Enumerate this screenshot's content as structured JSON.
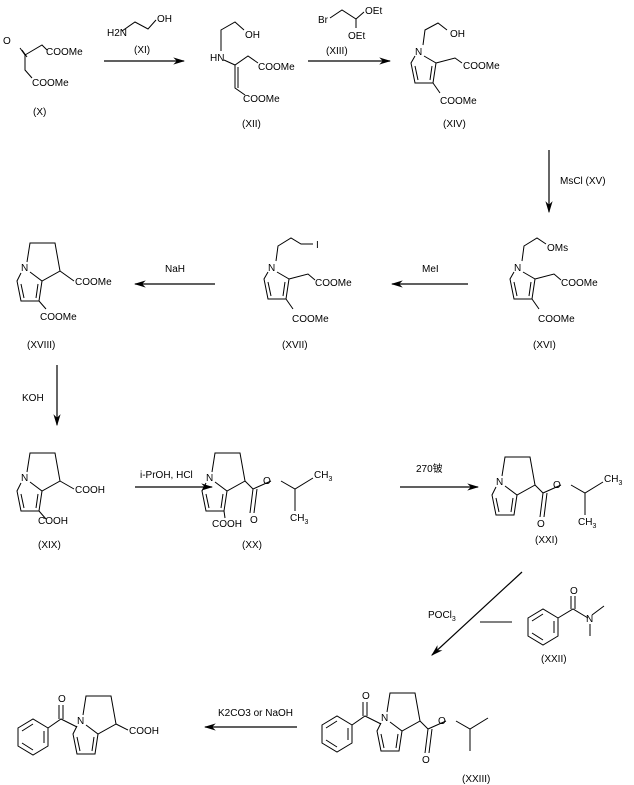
{
  "compounds": {
    "X": {
      "label": "(X)",
      "g1": "COOMe",
      "g2": "COOMe",
      "o": "O"
    },
    "XI": {
      "label": "(XI)",
      "h2n": "H2N",
      "oh": "OH"
    },
    "XII": {
      "label": "(XII)",
      "hn": "HN",
      "oh": "OH",
      "g1": "COOMe",
      "g2": "COOMe"
    },
    "XIII": {
      "label": "(XIII)",
      "br": "Br",
      "oet1": "OEt",
      "oet2": "OEt"
    },
    "XIV": {
      "label": "(XIV)",
      "oh": "OH",
      "g1": "COOMe",
      "g2": "COOMe"
    },
    "XVI": {
      "label": "(XVI)",
      "oms": "OMs",
      "g1": "COOMe",
      "g2": "COOMe"
    },
    "XVII": {
      "label": "(XVII)",
      "i": "I",
      "g1": "COOMe",
      "g2": "COOMe"
    },
    "XVIII": {
      "label": "(XVIII)",
      "g1": "COOMe",
      "g2": "COOMe"
    },
    "XIX": {
      "label": "(XIX)",
      "g1": "COOH",
      "g2": "COOH"
    },
    "XX": {
      "label": "(XX)",
      "g2": "COOH"
    },
    "XXI": {
      "label": "(XXI)"
    },
    "XXII": {
      "label": "(XXII)"
    },
    "XXIII": {
      "label": "(XXIII)"
    },
    "final": {
      "g1": "COOH"
    }
  },
  "atoms": {
    "N": "N",
    "O": "O",
    "CH3": "CH",
    "sub3": "3",
    "sub2": "2"
  },
  "reagents": {
    "msCl": "MsCl  (XV)",
    "meI": "MeI",
    "naH": "NaH",
    "koh": "KOH",
    "iprOH": "i-PrOH, HCl",
    "heat": "270铍",
    "pocl3": "POCl",
    "k2co3": "K2CO3 or NaOH"
  }
}
